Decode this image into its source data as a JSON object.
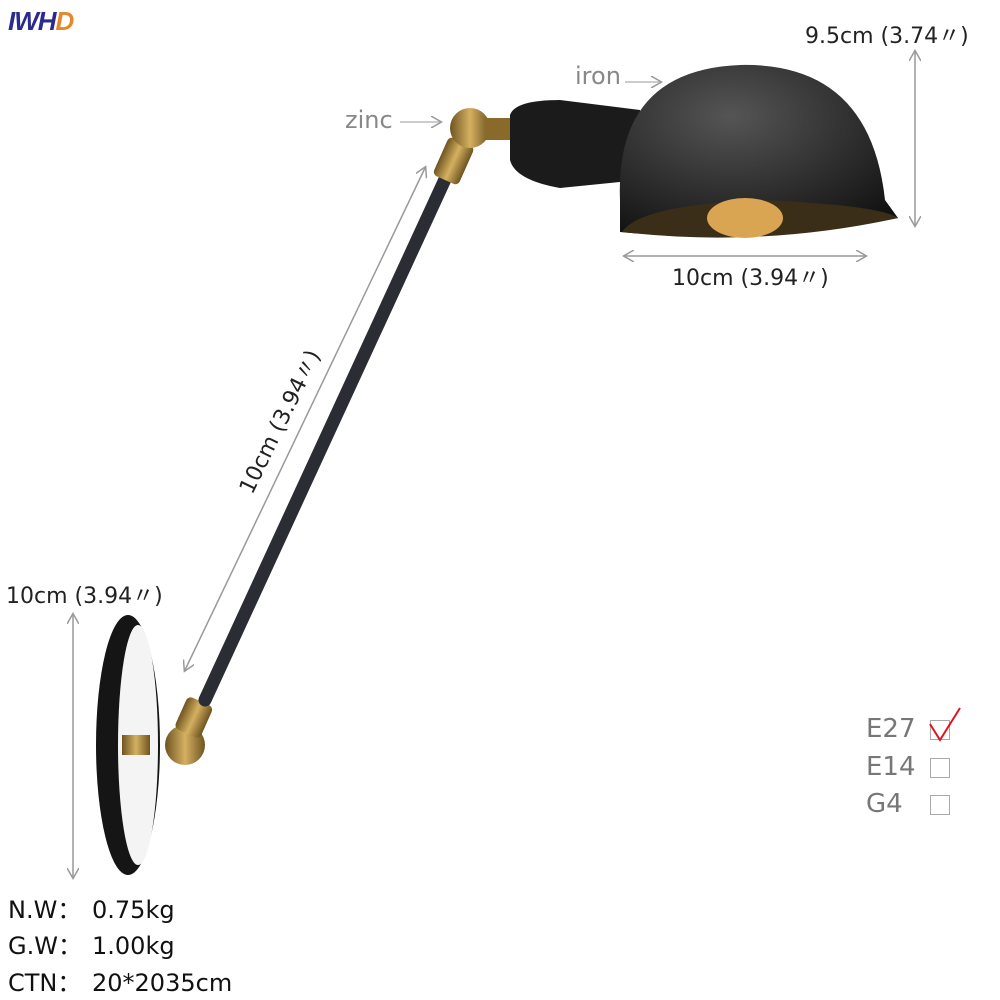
{
  "brand": {
    "logo_text": "IWHD",
    "logo_part1": "IWH",
    "logo_part2": "D"
  },
  "dimensions": {
    "shade_height": "9.5cm (3.74〃)",
    "shade_width": "10cm (3.94〃)",
    "arm_length": "10cm (3.94〃)",
    "base_diameter": "10cm (3.94〃)"
  },
  "materials": {
    "shade": "iron",
    "joint": "zinc"
  },
  "specs": [
    {
      "label": "N.W：",
      "value": "0.75kg"
    },
    {
      "label": "G.W：",
      "value": "1.00kg"
    },
    {
      "label": "CTN：",
      "value": "20*2035cm"
    }
  ],
  "sockets": [
    {
      "label": "E27",
      "checked": true
    },
    {
      "label": "E14",
      "checked": false
    },
    {
      "label": "G4",
      "checked": false
    }
  ],
  "colors": {
    "lamp": "#1c1c1c",
    "brass": "#b08a3a",
    "check": "#e0141e",
    "dimension_line": "#999999"
  }
}
